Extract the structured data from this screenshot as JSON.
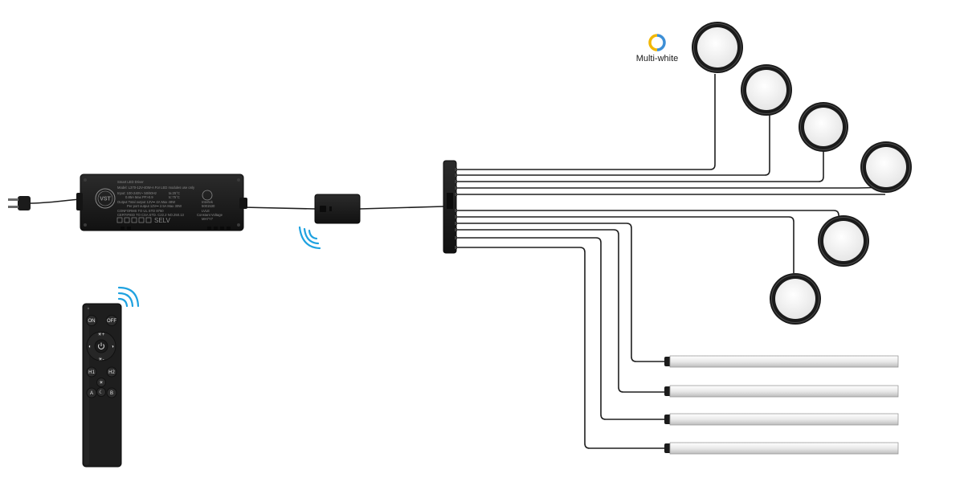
{
  "legend": {
    "label": "Multi-white",
    "ring_colors": [
      "#f2b705",
      "#3d8fd6"
    ]
  },
  "driver": {
    "lines": [
      "Smart LED Driver",
      "Model: L370-12V-40W-A  For LED modules use only",
      "Input: 100-240V~  50/60Hz",
      "0.85A Max  PF>0.9",
      "Output Total output 12V⎓ 4A  Max 48W",
      "Per port output 12V⎓ 2.5A  Max 30W",
      "CONFORMS TO UL STD 8750",
      "CERTIFIED TO CSA STD. C22.2 NO.250.13"
    ],
    "side_lines": [
      "ta:25°C",
      "tc:75°C",
      "Intertek",
      "5001530",
      "LVLE",
      "Constant Voltage",
      "MH7Y7"
    ],
    "brand": "VST",
    "selv": "SELV"
  },
  "remote": {
    "buttons": {
      "on": "ON",
      "off": "OFF",
      "h1": "H1",
      "h2": "H2",
      "a": "A",
      "b": "B"
    }
  },
  "colors": {
    "wifi": "#1fa2e0",
    "housing": "#1b1b1b",
    "lens": "#f7f7f7",
    "wire": "#1f1f1f"
  }
}
